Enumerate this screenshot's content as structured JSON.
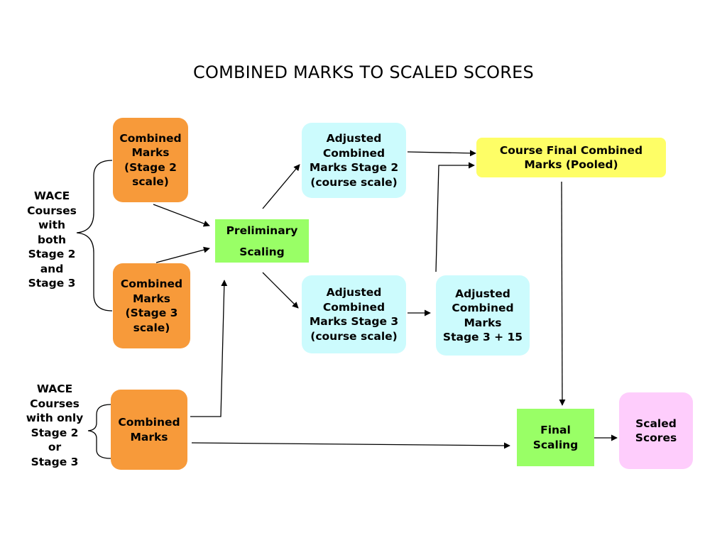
{
  "title": "COMBINED MARKS TO SCALED SCORES",
  "groups": {
    "both_stages": "WACE\nCourses\nwith\nboth\nStage 2\nand\nStage 3",
    "single_stage": "WACE\nCourses\nwith only\nStage 2\nor\nStage 3"
  },
  "nodes": {
    "combined_stage2": "Combined\nMarks\n(Stage 2\nscale)",
    "combined_stage3": "Combined\nMarks\n(Stage 3\nscale)",
    "combined_marks": "Combined\nMarks\n ",
    "preliminary_scaling": "Preliminary\nScaling",
    "adjusted_stage2": "Adjusted\nCombined\nMarks Stage 2\n(course scale)",
    "adjusted_stage3": "Adjusted\nCombined\nMarks Stage 3\n(course scale)",
    "adjusted_stage3_plus15": "Adjusted\nCombined\nMarks\nStage 3 + 15",
    "course_final_pooled": "Course Final Combined\nMarks (Pooled)",
    "final_scaling": "Final\nScaling",
    "scaled_scores": "Scaled\nScores"
  },
  "colors": {
    "orange": "#f79a3a",
    "cyan": "#ccfbfd",
    "yellow": "#fefe66",
    "green": "#99ff66",
    "pink": "#fecdfc"
  }
}
